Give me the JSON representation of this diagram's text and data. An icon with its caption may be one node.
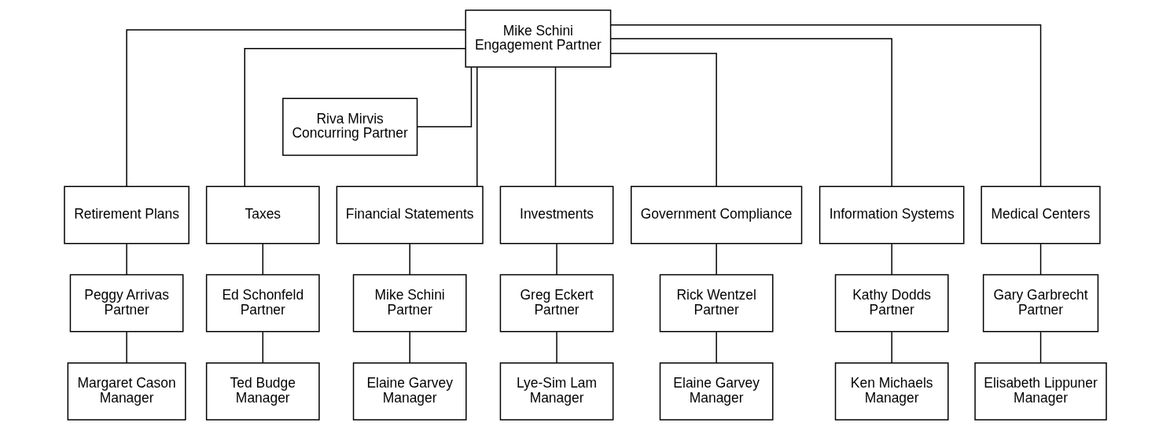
{
  "diagram": {
    "nodes": [
      {
        "text": [
          "Mike Schini",
          "Engagement Partner"
        ]
      },
      {
        "text": [
          "Riva Mirvis",
          "Concurring Partner"
        ]
      },
      {
        "text": [
          "Retirement Plans"
        ]
      },
      {
        "text": [
          "Taxes"
        ]
      },
      {
        "text": [
          "Financial Statements"
        ]
      },
      {
        "text": [
          "Investments"
        ]
      },
      {
        "text": [
          "Government Compliance"
        ]
      },
      {
        "text": [
          "Information Systems"
        ]
      },
      {
        "text": [
          "Medical Centers"
        ]
      },
      {
        "text": [
          "Peggy Arrivas",
          "Partner"
        ]
      },
      {
        "text": [
          "Ed Schonfeld",
          "Partner"
        ]
      },
      {
        "text": [
          "Mike Schini",
          "Partner"
        ]
      },
      {
        "text": [
          "Greg Eckert",
          "Partner"
        ]
      },
      {
        "text": [
          "Rick Wentzel",
          "Partner"
        ]
      },
      {
        "text": [
          "Kathy Dodds",
          "Partner"
        ]
      },
      {
        "text": [
          "Gary Garbrecht",
          "Partner"
        ]
      },
      {
        "text": [
          "Margaret Cason",
          "Manager"
        ]
      },
      {
        "text": [
          "Ted Budge",
          "Manager"
        ]
      },
      {
        "text": [
          "Elaine Garvey",
          "Manager"
        ]
      },
      {
        "text": [
          "Lye-Sim Lam",
          "Manager"
        ]
      },
      {
        "text": [
          "Elaine Garvey",
          "Manager"
        ]
      },
      {
        "text": [
          "Ken Michaels",
          "Manager"
        ]
      },
      {
        "text": [
          "Elisabeth Lippuner",
          "Manager"
        ]
      }
    ],
    "edges": [
      {
        "from": 0,
        "to": 1,
        "arrow": "none"
      },
      {
        "from": 0,
        "to": 2,
        "arrow": "none"
      },
      {
        "from": 0,
        "to": 3,
        "arrow": "none"
      },
      {
        "from": 0,
        "to": 4,
        "arrow": "none"
      },
      {
        "from": 0,
        "to": 5,
        "arrow": "none"
      },
      {
        "from": 0,
        "to": 6,
        "arrow": "none"
      },
      {
        "from": 0,
        "to": 7,
        "arrow": "none"
      },
      {
        "from": 0,
        "to": 8,
        "arrow": "none"
      },
      {
        "from": 2,
        "to": 9,
        "arrow": "none"
      },
      {
        "from": 3,
        "to": 10,
        "arrow": "none"
      },
      {
        "from": 4,
        "to": 11,
        "arrow": "none"
      },
      {
        "from": 5,
        "to": 12,
        "arrow": "none"
      },
      {
        "from": 6,
        "to": 13,
        "arrow": "none"
      },
      {
        "from": 7,
        "to": 14,
        "arrow": "none"
      },
      {
        "from": 8,
        "to": 15,
        "arrow": "none"
      },
      {
        "from": 9,
        "to": 16,
        "arrow": "none"
      },
      {
        "from": 10,
        "to": 17,
        "arrow": "none"
      },
      {
        "from": 11,
        "to": 18,
        "arrow": "none"
      },
      {
        "from": 12,
        "to": 19,
        "arrow": "none"
      },
      {
        "from": 13,
        "to": 20,
        "arrow": "none"
      },
      {
        "from": 14,
        "to": 21,
        "arrow": "none"
      },
      {
        "from": 15,
        "to": 22,
        "arrow": "none"
      }
    ]
  }
}
